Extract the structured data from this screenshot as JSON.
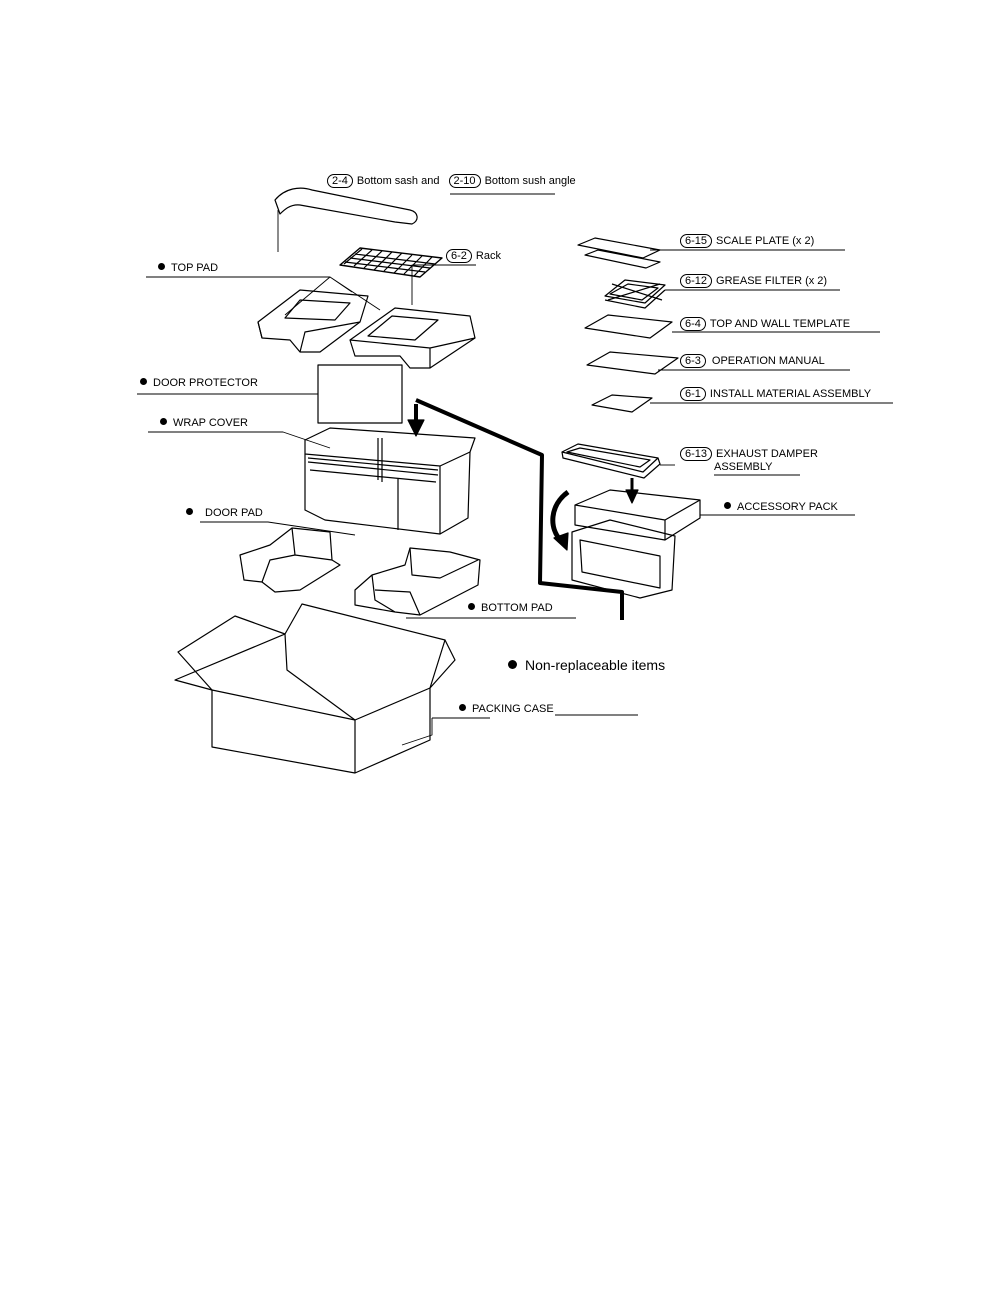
{
  "labels": {
    "bottom_sash": {
      "code1": "2-4",
      "text1": "Bottom sash and",
      "code2": "2-10",
      "text2": "Bottom sush angle"
    },
    "rack": {
      "code": "6-2",
      "text": "Rack"
    },
    "top_pad": "TOP PAD",
    "door_protector": "DOOR PROTECTOR",
    "wrap_cover": "WRAP COVER",
    "door_pad": "DOOR PAD",
    "bottom_pad": "BOTTOM PAD",
    "packing_case": "PACKING CASE",
    "accessory_pack": "ACCESSORY PACK",
    "legend": "Non-replaceable items",
    "scale_plate": {
      "code": "6-15",
      "text": "SCALE PLATE (x 2)"
    },
    "grease_filter": {
      "code": "6-12",
      "text": "GREASE FILTER (x 2)"
    },
    "template": {
      "code": "6-4",
      "text": "TOP AND WALL TEMPLATE"
    },
    "manual": {
      "code": "6-3",
      "text": "OPERATION MANUAL"
    },
    "install": {
      "code": "6-1",
      "text": "INSTALL MATERIAL ASSEMBLY"
    },
    "damper": {
      "code": "6-13",
      "text1": "EXHAUST DAMPER",
      "text2": "ASSEMBLY"
    }
  }
}
